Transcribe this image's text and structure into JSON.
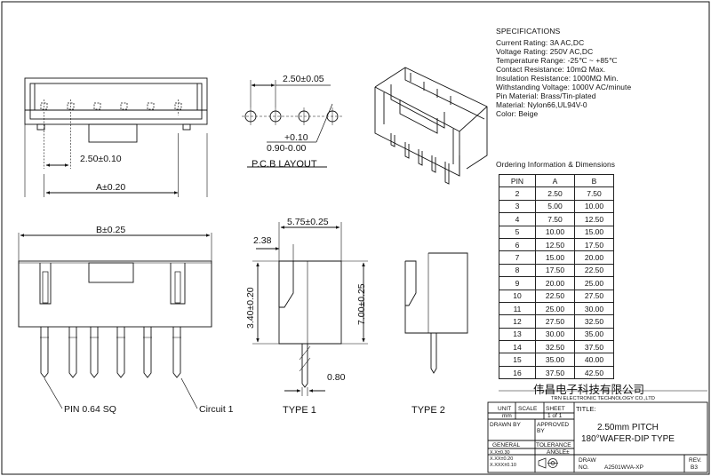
{
  "drawing": {
    "dims": {
      "pitch_top": "2.50±0.05",
      "pcb_tol_plus": "+0.10",
      "pcb_hole": "0.90-0.00",
      "pitch_front": "2.50±0.10",
      "dim_a": "A±0.20",
      "dim_b": "B±0.25",
      "side_width": "5.75±0.25",
      "side_offset": "2.38",
      "side_height1": "3.40±0.20",
      "side_height2": "7.00±0.25",
      "pin_width": "0.80"
    },
    "labels": {
      "pcb_layout": "P.C.B LAYOUT",
      "type1": "TYPE 1",
      "type2": "TYPE 2",
      "pin_sq": "PIN 0.64 SQ",
      "circuit1": "Circuit 1"
    }
  },
  "specs": {
    "heading": "SPECIFICATIONS",
    "lines": [
      "Current Rating:  3A AC,DC",
      "Voltage Rating:  250V AC,DC",
      "Temperature Range:  -25℃ ~ +85℃",
      "Contact Resistance:  10mΩ Max.",
      "Insulation Resistance:  1000MΩ Min.",
      "Withstanding Voltage:  1000V AC/minute",
      "Pin Material:  Brass/Tin-plated",
      "Material:  Nylon66,UL94V-0",
      "Color:  Beige"
    ]
  },
  "ordering": {
    "heading": "Ordering Information & Dimensions",
    "columns": [
      "PIN",
      "A",
      "B"
    ],
    "rows": [
      [
        "2",
        "2.50",
        "7.50"
      ],
      [
        "3",
        "5.00",
        "10.00"
      ],
      [
        "4",
        "7.50",
        "12.50"
      ],
      [
        "5",
        "10.00",
        "15.00"
      ],
      [
        "6",
        "12.50",
        "17.50"
      ],
      [
        "7",
        "15.00",
        "20.00"
      ],
      [
        "8",
        "17.50",
        "22.50"
      ],
      [
        "9",
        "20.00",
        "25.00"
      ],
      [
        "10",
        "22.50",
        "27.50"
      ],
      [
        "11",
        "25.00",
        "30.00"
      ],
      [
        "12",
        "27.50",
        "32.50"
      ],
      [
        "13",
        "30.00",
        "35.00"
      ],
      [
        "14",
        "32.50",
        "37.50"
      ],
      [
        "15",
        "35.00",
        "40.00"
      ],
      [
        "16",
        "37.50",
        "42.50"
      ]
    ]
  },
  "title_block": {
    "company_cn": "伟昌电子科技有限公司",
    "company_en": "TRN ELECTRONIC TECHNOLOGY CO.,LTD",
    "unit_label": "UNIT",
    "unit_value": "mm",
    "scale_label": "SCALE",
    "sheet_label": "SHEET",
    "sheet_value": "1 of 1",
    "title_label": "TITLE:",
    "title_line1": "2.50mm  PITCH",
    "title_line2": "180°WAFER-DIP  TYPE",
    "drawn_by": "DRAWN BY",
    "approved_by": "APPROVED BY",
    "general": "GENERAL",
    "tolerance": "TOLERANCE",
    "tol1": "X.X±0.30",
    "tol2": "X.XX±0.20",
    "tol3": "X.XXX±0.10",
    "angle": "ANGLE±",
    "draw_label": "DRAW",
    "draw_no_label": "NO.",
    "draw_no": "A2501WVA-XP",
    "rev_label": "REV.",
    "rev_value": "B3"
  }
}
